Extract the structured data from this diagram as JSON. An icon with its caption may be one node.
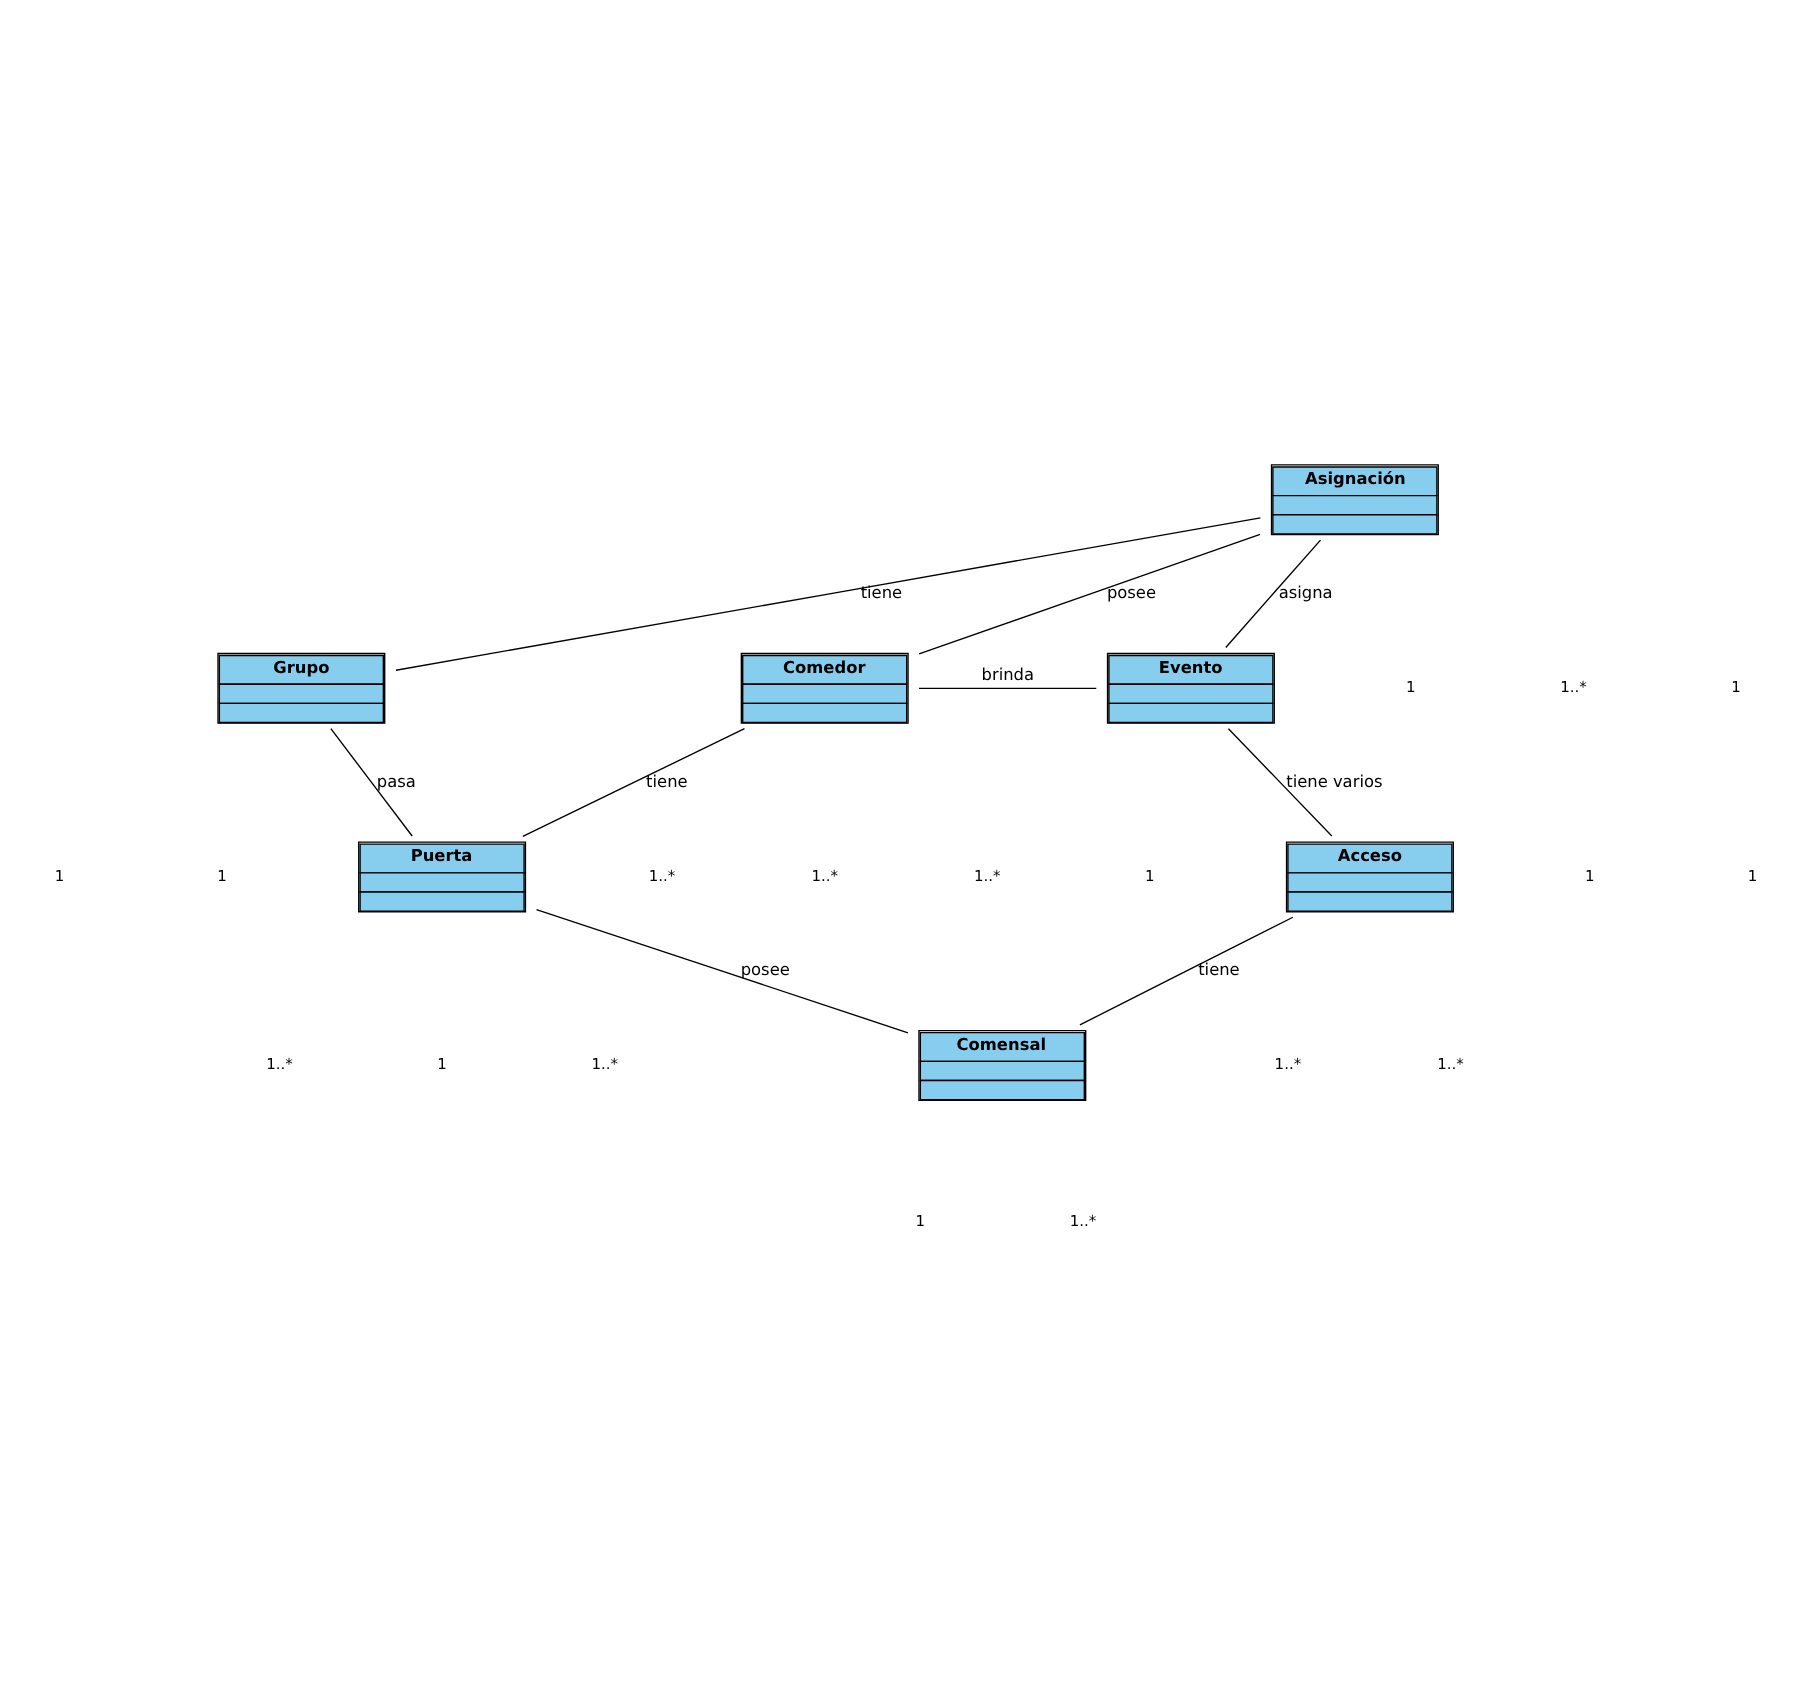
{
  "diagram": {
    "nodes": [
      {
        "text": [
          "Asignación"
        ]
      },
      {
        "text": [
          "Grupo"
        ]
      },
      {
        "text": [
          "Comedor"
        ]
      },
      {
        "text": [
          "Evento"
        ]
      },
      {
        "text": [
          "Puerta"
        ]
      },
      {
        "text": [
          "Acceso"
        ]
      },
      {
        "text": [
          "Comensal"
        ]
      }
    ],
    "edges": [
      {
        "from": 0,
        "to": 1,
        "arrow": "none",
        "label": "tiene"
      },
      {
        "from": 0,
        "to": 2,
        "arrow": "none",
        "label": "posee"
      },
      {
        "from": 0,
        "to": 3,
        "arrow": "none",
        "label": "asigna"
      },
      {
        "from": 2,
        "to": 3,
        "arrow": "none",
        "label": "brinda"
      },
      {
        "from": 2,
        "to": 4,
        "arrow": "none",
        "label": "tiene"
      },
      {
        "from": 1,
        "to": 4,
        "arrow": "none",
        "label": "pasa"
      },
      {
        "from": 3,
        "to": 5,
        "arrow": "none",
        "label": "tiene varios"
      },
      {
        "from": 4,
        "to": 6,
        "arrow": "none",
        "label": "posee"
      },
      {
        "from": 5,
        "to": 6,
        "arrow": "none",
        "label": "tiene"
      }
    ],
    "labels": [
      "1",
      "1..*",
      "1",
      "1",
      "1..*",
      "1",
      "1..*",
      "1",
      "1..*",
      "1",
      "1",
      "1",
      "1..*",
      "1..*",
      "1..*",
      "1..*",
      "1",
      "1..*"
    ]
  }
}
